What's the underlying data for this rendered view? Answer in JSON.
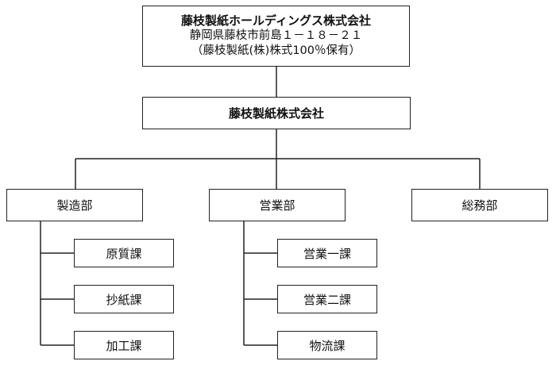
{
  "holding": {
    "name": "藤枝製紙ホールディングス株式会社",
    "address": "静岡県藤枝市前島１－１８－２１",
    "note": "（藤枝製紙(株)株式100％保有）"
  },
  "company": {
    "name": "藤枝製紙株式会社"
  },
  "departments": [
    {
      "name": "製造部",
      "sections": [
        "原質課",
        "抄紙課",
        "加工課"
      ]
    },
    {
      "name": "営業部",
      "sections": [
        "営業一課",
        "営業二課",
        "物流課"
      ]
    },
    {
      "name": "総務部",
      "sections": []
    }
  ]
}
